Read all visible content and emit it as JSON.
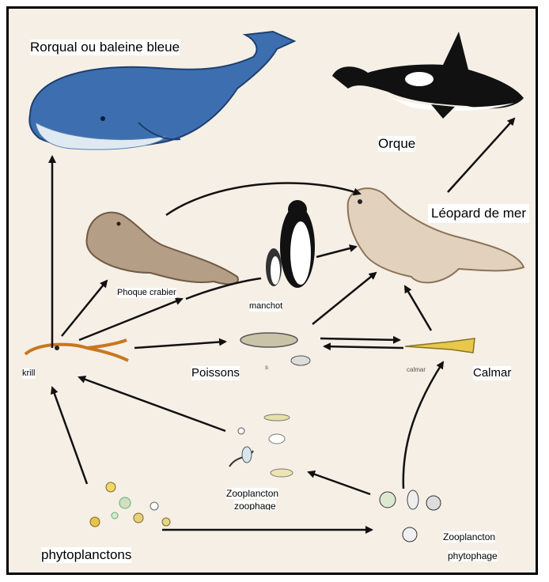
{
  "nodes": {
    "rorqual": "Rorqual ou baleine bleue",
    "orque": "Orque",
    "leopard": "Léopard de mer",
    "phoque": "Phoque crabier",
    "manchot": "manchot",
    "krill": "krill",
    "poissons": "Poissons",
    "calmar_small": "calmar",
    "calmar": "Calmar",
    "zoo_zoophage_1": "Zooplancton",
    "zoo_zoophage_2": "zoophage",
    "phyto": "phytoplanctons",
    "zoo_phytophage_1": "Zooplancton",
    "zoo_phytophage_2": "phytophage",
    "fish_s": "s"
  },
  "colors": {
    "background": "#f6efe6",
    "frame": "#000000",
    "whale": "#3d6fb0",
    "orca_black": "#111111",
    "seal": "#bfa58a",
    "arrow": "#111111"
  }
}
